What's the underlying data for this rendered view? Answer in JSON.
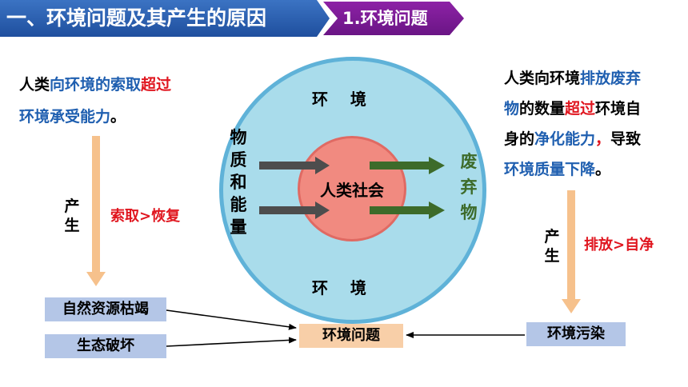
{
  "header": {
    "section_title": "一、环境问题及其产生的原因",
    "subsection_title": "1.环境问题"
  },
  "left_text": {
    "line1": [
      {
        "text": "人类",
        "color": "black"
      },
      {
        "text": "向环境的索取",
        "color": "blue"
      },
      {
        "text": "超过",
        "color": "red"
      }
    ],
    "line2": [
      {
        "text": "环境承受能力",
        "color": "blue"
      },
      {
        "text": "。",
        "color": "black"
      }
    ]
  },
  "right_text": {
    "line1": [
      {
        "text": "人类向环境",
        "color": "black"
      },
      {
        "text": "排放废弃",
        "color": "blue"
      }
    ],
    "line2": [
      {
        "text": "物",
        "color": "blue"
      },
      {
        "text": "的数量",
        "color": "black"
      },
      {
        "text": "超过",
        "color": "red"
      },
      {
        "text": "环境自",
        "color": "black"
      }
    ],
    "line3": [
      {
        "text": "身的",
        "color": "black"
      },
      {
        "text": "净化能力",
        "color": "blue"
      },
      {
        "text": "，",
        "color": "red"
      },
      {
        "text": "导致",
        "color": "black"
      }
    ],
    "line4": [
      {
        "text": "环境质量下降",
        "color": "blue"
      },
      {
        "text": "。",
        "color": "black"
      }
    ]
  },
  "left_flow": {
    "label": "产生",
    "condition": "索取>恢复"
  },
  "right_flow": {
    "label": "产生",
    "condition": "排放>自净"
  },
  "diagram": {
    "env_top": "环    境",
    "env_bottom": "环    境",
    "inputs_label": "物质和能量",
    "center_label": "人类社会",
    "outputs_label": "废弃物"
  },
  "boxes": {
    "resource_depletion": "自然资源枯竭",
    "ecological_damage": "生态破坏",
    "environmental_problem": "环境问题",
    "environmental_pollution": "环境污染"
  },
  "colors": {
    "header_blue": "#2a5fae",
    "header_purple": "#7b1c96",
    "text_blue": "#1f5fb0",
    "text_red": "#e0161f",
    "outer_circle": "#a9dceb",
    "inner_circle": "#f18a80",
    "flow_arrow": "#f6c18c",
    "input_arrow": "#4d4d4d",
    "output_arrow": "#3d6b2a",
    "waste_text": "#3d6b2a"
  }
}
